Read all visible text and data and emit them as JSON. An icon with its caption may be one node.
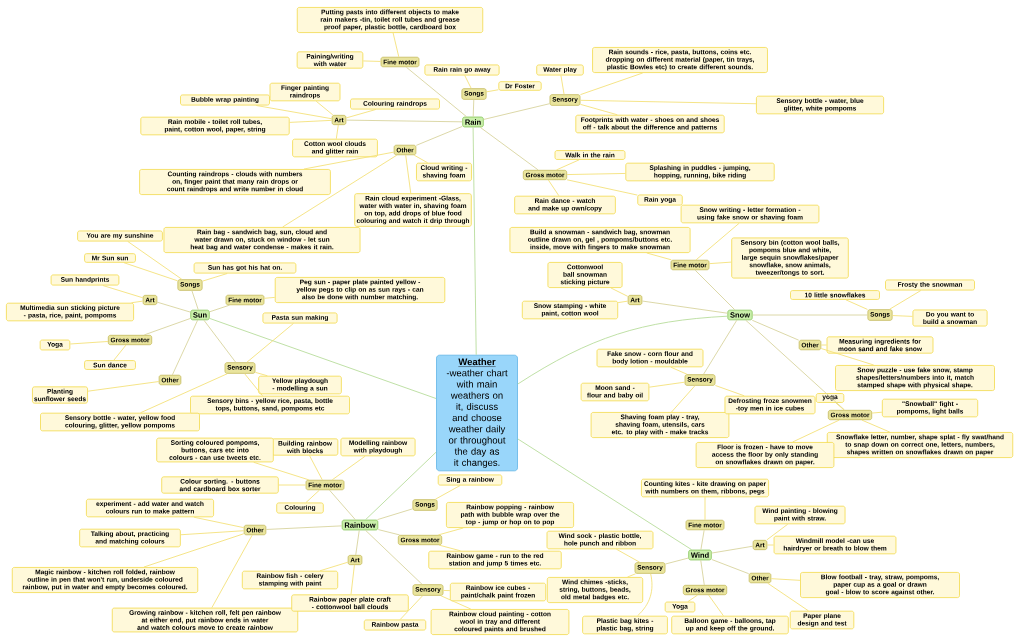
{
  "diagram": {
    "nodes": [
      {
        "text": [
          "Weather",
          "-weather chart with main weathers on it, discuss and choose weather daily or throughout the day as it changes."
        ]
      },
      {
        "text": [
          "Rain"
        ]
      },
      {
        "text": [
          "Songs"
        ]
      },
      {
        "text": [
          "Rain rain go away"
        ]
      },
      {
        "text": [
          "Dr Foster"
        ]
      },
      {
        "text": [
          "Fine motor"
        ]
      },
      {
        "text": [
          "Putting pasts into different objects to make rain makers -tin, toilet roll tubes and grease proof paper, plastic bottle, cardboard box"
        ]
      },
      {
        "text": [
          "Paining/writing with water"
        ]
      },
      {
        "text": [
          "Art"
        ]
      },
      {
        "text": [
          "Finger painting raindrops"
        ]
      },
      {
        "text": [
          "Colouring raindrops"
        ]
      },
      {
        "text": [
          "Bubble wrap painting"
        ]
      },
      {
        "text": [
          "Rain mobile - toilet roll tubes, paint, cotton wool, paper, string"
        ]
      },
      {
        "text": [
          "Cotton wool clouds and glitter rain"
        ]
      },
      {
        "text": [
          "Other"
        ]
      },
      {
        "text": [
          "Cloud writing - shaving foam"
        ]
      },
      {
        "text": [
          "Counting raindrops - clouds with numbers on, finger paint that many rain drops or count raindrops and write number in cloud"
        ]
      },
      {
        "text": [
          "Rain cloud experiment -Glass, water with water in, shaving foam on top, add drops of blue food colouring and watch it drip through"
        ]
      },
      {
        "text": [
          "Rain bag - sandwich bag, sun, cloud and water drawn on, stuck on window - let sun heat bag and water condense - makes it rain."
        ]
      },
      {
        "text": [
          "Sensory"
        ]
      },
      {
        "text": [
          "Water play"
        ]
      },
      {
        "text": [
          "Rain sounds - rice, pasta, buttons, coins etc. dropping on different material (paper, tin trays, plastic Bowles etc) to create different sounds."
        ]
      },
      {
        "text": [
          "Sensory bottle - water, blue glitter, white pompoms"
        ]
      },
      {
        "text": [
          "Footprints with water - shoes on and shoes off - talk about the difference and patterns"
        ]
      },
      {
        "text": [
          "Gross motor"
        ]
      },
      {
        "text": [
          "Walk in the rain"
        ]
      },
      {
        "text": [
          "Splashing in puddles - jumping, hopping, running, bike riding"
        ]
      },
      {
        "text": [
          "Rain yoga"
        ]
      },
      {
        "text": [
          "Rain dance - watch and make up own/copy"
        ]
      },
      {
        "text": [
          "Sun"
        ]
      },
      {
        "text": [
          "Songs"
        ]
      },
      {
        "text": [
          "Mr Sun sun"
        ]
      },
      {
        "text": [
          "You are my sunshine"
        ]
      },
      {
        "text": [
          "Sun has got his hat on."
        ]
      },
      {
        "text": [
          "Art"
        ]
      },
      {
        "text": [
          "Sun handprints"
        ]
      },
      {
        "text": [
          "Multimedia sun sticking picture - pasta, rice, paint, pompoms"
        ]
      },
      {
        "text": [
          "Fine motor"
        ]
      },
      {
        "text": [
          "Peg sun - paper plate painted yellow - yellow pegs to clip on as sun rays - can also be done with number matching."
        ]
      },
      {
        "text": [
          "Gross motor"
        ]
      },
      {
        "text": [
          "Yoga"
        ]
      },
      {
        "text": [
          "Sun dance"
        ]
      },
      {
        "text": [
          "Sensory"
        ]
      },
      {
        "text": [
          "Pasta sun making"
        ]
      },
      {
        "text": [
          "Yellow playdough - modelling a sun"
        ]
      },
      {
        "text": [
          "Sensory bins - yellow rice, pasta, bottle tops, buttons, sand, pompoms etc"
        ]
      },
      {
        "text": [
          "Sensory bottle - water, yellow food colouring, glitter, yellow pompoms"
        ]
      },
      {
        "text": [
          "Other"
        ]
      },
      {
        "text": [
          "Planting sunflower seeds"
        ]
      },
      {
        "text": [
          "Snow"
        ]
      },
      {
        "text": [
          "Fine motor"
        ]
      },
      {
        "text": [
          "Snow writing - letter formation - using fake snow or shaving foam"
        ]
      },
      {
        "text": [
          "Build a snowman - sandwich bag, snowman outline drawn on, gel , pompoms/buttons etc. inside, move with fingers to make snowman"
        ]
      },
      {
        "text": [
          "Sensory bin (cotton wool balls, pompoms blue and white, large sequin snowflakes/paper snowflake, snow animals, tweezer/tongs to sort."
        ]
      },
      {
        "text": [
          "Art"
        ]
      },
      {
        "text": [
          "Cottonwool ball snowman sticking picture"
        ]
      },
      {
        "text": [
          "Snow stamping - white paint, cotton wool"
        ]
      },
      {
        "text": [
          "Songs"
        ]
      },
      {
        "text": [
          "10 little snowflakes"
        ]
      },
      {
        "text": [
          "Frosty the snowman"
        ]
      },
      {
        "text": [
          "Do you want to build a snowman"
        ]
      },
      {
        "text": [
          "Other"
        ]
      },
      {
        "text": [
          "Measuring ingredients for moon sand and fake snow"
        ]
      },
      {
        "text": [
          "Snow puzzle - use fake snow, stamp shapes/letters/numbers into it, match stamped shape with physical shape."
        ]
      },
      {
        "text": [
          "Sensory"
        ]
      },
      {
        "text": [
          "Fake snow - corn flour and body lotion - mouldable"
        ]
      },
      {
        "text": [
          "Moon sand - flour and baby oil"
        ]
      },
      {
        "text": [
          "Shaving foam play - tray, shaving foam, utensils, cars etc. to play with - make tracks"
        ]
      },
      {
        "text": [
          "Defrosting froze snowmen -toy men in ice cubes"
        ]
      },
      {
        "text": [
          "Gross motor"
        ]
      },
      {
        "text": [
          "yoga"
        ]
      },
      {
        "text": [
          "\"Snowball\" fight - pompoms, light balls"
        ]
      },
      {
        "text": [
          "Snowflake letter, number, shape splat - fly swat/hand to snap down on correct one, letters, numbers, shapes written on snowflakes drawn on paper"
        ]
      },
      {
        "text": [
          "Floor is frozen - have to move access the floor by only standing on snowflakes drawn on paper."
        ]
      },
      {
        "text": [
          "Rainbow"
        ]
      },
      {
        "text": [
          "Fine motor"
        ]
      },
      {
        "text": [
          "Building rainbow with blocks"
        ]
      },
      {
        "text": [
          "Sorting coloured pompoms, buttons, cars etc into colours - can use tweets etc."
        ]
      },
      {
        "text": [
          "Modelling rainbow with playdough"
        ]
      },
      {
        "text": [
          "Colour sorting. - buttons and cardboard box sorter"
        ]
      },
      {
        "text": [
          "Colouring"
        ]
      },
      {
        "text": [
          "Songs"
        ]
      },
      {
        "text": [
          "Sing a rainbow"
        ]
      },
      {
        "text": [
          "Other"
        ]
      },
      {
        "text": [
          "experiment - add water and watch colours run to make pattern"
        ]
      },
      {
        "text": [
          "Talking about, practicing and matching colours"
        ]
      },
      {
        "text": [
          "Magic rainbow - kitchen roll folded, rainbow outline in pen that won't run, underside coloured rainbow, put in water and empty becomes coloured."
        ]
      },
      {
        "text": [
          "Growing rainbow - kitchen roll, felt pen rainbow at either end, put rainbow ends in water and watch colours move to create rainbow"
        ]
      },
      {
        "text": [
          "Art"
        ]
      },
      {
        "text": [
          "Rainbow fish - celery stamping with paint"
        ]
      },
      {
        "text": [
          "Rainbow paper plate craft - cottonwool ball clouds"
        ]
      },
      {
        "text": [
          "Gross motor"
        ]
      },
      {
        "text": [
          "Rainbow popping - rainbow path with bubble wrap over the top - jump or hop on to pop"
        ]
      },
      {
        "text": [
          "Rainbow game - run to the red station and jump 5 times etc."
        ]
      },
      {
        "text": [
          "Sensory"
        ]
      },
      {
        "text": [
          "Rainbow pasta"
        ]
      },
      {
        "text": [
          "Rainbow ice cubes - paint/chalk paint frozen"
        ]
      },
      {
        "text": [
          "Rainbow cloud painting - cotton wool in tray and different coloured paints and brushed"
        ]
      },
      {
        "text": [
          "Wind"
        ]
      },
      {
        "text": [
          "Fine motor"
        ]
      },
      {
        "text": [
          "Counting kites - kite drawing on paper with numbers on them, ribbons, pegs"
        ]
      },
      {
        "text": [
          "Art"
        ]
      },
      {
        "text": [
          "Wind painting - blowing paint with straw."
        ]
      },
      {
        "text": [
          "Windmill model -can use hairdryer or breath to blow them"
        ]
      },
      {
        "text": [
          "Other"
        ]
      },
      {
        "text": [
          "Blow football - tray, straw, pompoms, paper cup as a goal or drawn goal - blow to score against other."
        ]
      },
      {
        "text": [
          "Paper plane design and test"
        ]
      },
      {
        "text": [
          "Gross motor"
        ]
      },
      {
        "text": [
          "Yoga"
        ]
      },
      {
        "text": [
          "Balloon game - balloons, tap up and keep off the ground."
        ]
      },
      {
        "text": [
          "Sensory"
        ]
      },
      {
        "text": [
          "Wind sock - plastic bottle, hole punch and ribbon"
        ]
      },
      {
        "text": [
          "Wind chimes -sticks, string, buttons, beads, old metal badges etc."
        ]
      },
      {
        "text": [
          "Plastic bag kites - plastic bag, string"
        ]
      }
    ],
    "edges": [
      {
        "from": 0,
        "to": 1,
        "arrow": "none",
        "color": "#b8dd9c"
      },
      {
        "from": 0,
        "to": 29,
        "arrow": "none",
        "color": "#b8dd9c"
      },
      {
        "from": 0,
        "to": 49,
        "arrow": "none",
        "color": "#b8dd9c"
      },
      {
        "from": 0,
        "to": 74,
        "arrow": "none",
        "color": "#b8dd9c"
      },
      {
        "from": 0,
        "to": 98,
        "arrow": "none",
        "color": "#b8dd9c"
      },
      {
        "from": 1,
        "to": 2,
        "arrow": "none",
        "color": "#d8d49e"
      },
      {
        "from": 1,
        "to": 5,
        "arrow": "none",
        "color": "#d8d49e"
      },
      {
        "from": 1,
        "to": 8,
        "arrow": "none",
        "color": "#d8d49e"
      },
      {
        "from": 1,
        "to": 14,
        "arrow": "none",
        "color": "#d8d49e"
      },
      {
        "from": 1,
        "to": 19,
        "arrow": "none",
        "color": "#d8d49e"
      },
      {
        "from": 1,
        "to": 24,
        "arrow": "none",
        "color": "#d8d49e"
      },
      {
        "from": 2,
        "to": 3,
        "arrow": "none"
      },
      {
        "from": 2,
        "to": 4,
        "arrow": "none"
      },
      {
        "from": 5,
        "to": 6,
        "arrow": "none"
      },
      {
        "from": 5,
        "to": 7,
        "arrow": "none"
      },
      {
        "from": 8,
        "to": 9,
        "arrow": "none"
      },
      {
        "from": 8,
        "to": 10,
        "arrow": "none"
      },
      {
        "from": 8,
        "to": 11,
        "arrow": "none"
      },
      {
        "from": 8,
        "to": 12,
        "arrow": "none"
      },
      {
        "from": 8,
        "to": 13,
        "arrow": "none"
      },
      {
        "from": 14,
        "to": 15,
        "arrow": "none"
      },
      {
        "from": 14,
        "to": 16,
        "arrow": "none"
      },
      {
        "from": 14,
        "to": 17,
        "arrow": "none"
      },
      {
        "from": 14,
        "to": 18,
        "arrow": "none"
      },
      {
        "from": 19,
        "to": 20,
        "arrow": "none"
      },
      {
        "from": 19,
        "to": 21,
        "arrow": "none"
      },
      {
        "from": 19,
        "to": 22,
        "arrow": "none"
      },
      {
        "from": 19,
        "to": 23,
        "arrow": "none"
      },
      {
        "from": 24,
        "to": 25,
        "arrow": "none"
      },
      {
        "from": 24,
        "to": 26,
        "arrow": "none"
      },
      {
        "from": 24,
        "to": 27,
        "arrow": "none"
      },
      {
        "from": 24,
        "to": 28,
        "arrow": "none"
      },
      {
        "from": 29,
        "to": 30,
        "arrow": "none",
        "color": "#d8d49e"
      },
      {
        "from": 29,
        "to": 34,
        "arrow": "none",
        "color": "#d8d49e"
      },
      {
        "from": 29,
        "to": 37,
        "arrow": "none",
        "color": "#d8d49e"
      },
      {
        "from": 29,
        "to": 39,
        "arrow": "none",
        "color": "#d8d49e"
      },
      {
        "from": 29,
        "to": 42,
        "arrow": "none",
        "color": "#d8d49e"
      },
      {
        "from": 29,
        "to": 47,
        "arrow": "none",
        "color": "#d8d49e"
      },
      {
        "from": 30,
        "to": 31,
        "arrow": "none"
      },
      {
        "from": 30,
        "to": 32,
        "arrow": "none"
      },
      {
        "from": 30,
        "to": 33,
        "arrow": "none"
      },
      {
        "from": 34,
        "to": 35,
        "arrow": "none"
      },
      {
        "from": 34,
        "to": 36,
        "arrow": "none"
      },
      {
        "from": 37,
        "to": 38,
        "arrow": "none"
      },
      {
        "from": 39,
        "to": 40,
        "arrow": "none"
      },
      {
        "from": 39,
        "to": 41,
        "arrow": "none"
      },
      {
        "from": 42,
        "to": 43,
        "arrow": "none"
      },
      {
        "from": 42,
        "to": 44,
        "arrow": "none"
      },
      {
        "from": 42,
        "to": 45,
        "arrow": "none"
      },
      {
        "from": 42,
        "to": 46,
        "arrow": "none"
      },
      {
        "from": 47,
        "to": 48,
        "arrow": "none"
      },
      {
        "from": 49,
        "to": 50,
        "arrow": "none",
        "color": "#d8d49e"
      },
      {
        "from": 49,
        "to": 54,
        "arrow": "none",
        "color": "#d8d49e"
      },
      {
        "from": 49,
        "to": 57,
        "arrow": "none",
        "color": "#d8d49e"
      },
      {
        "from": 49,
        "to": 61,
        "arrow": "none",
        "color": "#d8d49e"
      },
      {
        "from": 49,
        "to": 64,
        "arrow": "none",
        "color": "#d8d49e"
      },
      {
        "from": 49,
        "to": 69,
        "arrow": "none",
        "color": "#d8d49e"
      },
      {
        "from": 50,
        "to": 51,
        "arrow": "none"
      },
      {
        "from": 50,
        "to": 52,
        "arrow": "none"
      },
      {
        "from": 50,
        "to": 53,
        "arrow": "none"
      },
      {
        "from": 54,
        "to": 55,
        "arrow": "none"
      },
      {
        "from": 54,
        "to": 56,
        "arrow": "none"
      },
      {
        "from": 57,
        "to": 58,
        "arrow": "none"
      },
      {
        "from": 57,
        "to": 59,
        "arrow": "none"
      },
      {
        "from": 57,
        "to": 60,
        "arrow": "none"
      },
      {
        "from": 61,
        "to": 62,
        "arrow": "none"
      },
      {
        "from": 61,
        "to": 63,
        "arrow": "none"
      },
      {
        "from": 64,
        "to": 65,
        "arrow": "none"
      },
      {
        "from": 64,
        "to": 66,
        "arrow": "none"
      },
      {
        "from": 64,
        "to": 67,
        "arrow": "none"
      },
      {
        "from": 64,
        "to": 68,
        "arrow": "none"
      },
      {
        "from": 69,
        "to": 70,
        "arrow": "none"
      },
      {
        "from": 69,
        "to": 71,
        "arrow": "none"
      },
      {
        "from": 69,
        "to": 72,
        "arrow": "none"
      },
      {
        "from": 69,
        "to": 73,
        "arrow": "none"
      },
      {
        "from": 74,
        "to": 75,
        "arrow": "none",
        "color": "#d8d49e"
      },
      {
        "from": 74,
        "to": 81,
        "arrow": "none",
        "color": "#d8d49e"
      },
      {
        "from": 74,
        "to": 83,
        "arrow": "none",
        "color": "#d8d49e"
      },
      {
        "from": 74,
        "to": 88,
        "arrow": "none",
        "color": "#d8d49e"
      },
      {
        "from": 74,
        "to": 91,
        "arrow": "none",
        "color": "#d8d49e"
      },
      {
        "from": 74,
        "to": 94,
        "arrow": "none",
        "color": "#d8d49e"
      },
      {
        "from": 75,
        "to": 76,
        "arrow": "none"
      },
      {
        "from": 75,
        "to": 77,
        "arrow": "none"
      },
      {
        "from": 75,
        "to": 78,
        "arrow": "none"
      },
      {
        "from": 75,
        "to": 79,
        "arrow": "none"
      },
      {
        "from": 75,
        "to": 80,
        "arrow": "none"
      },
      {
        "from": 81,
        "to": 82,
        "arrow": "none"
      },
      {
        "from": 83,
        "to": 84,
        "arrow": "none"
      },
      {
        "from": 83,
        "to": 85,
        "arrow": "none"
      },
      {
        "from": 83,
        "to": 86,
        "arrow": "none"
      },
      {
        "from": 83,
        "to": 87,
        "arrow": "none"
      },
      {
        "from": 88,
        "to": 89,
        "arrow": "none"
      },
      {
        "from": 88,
        "to": 90,
        "arrow": "none"
      },
      {
        "from": 91,
        "to": 92,
        "arrow": "none"
      },
      {
        "from": 91,
        "to": 93,
        "arrow": "none"
      },
      {
        "from": 94,
        "to": 95,
        "arrow": "none"
      },
      {
        "from": 94,
        "to": 96,
        "arrow": "none"
      },
      {
        "from": 94,
        "to": 97,
        "arrow": "none"
      },
      {
        "from": 98,
        "to": 99,
        "arrow": "none",
        "color": "#d8d49e"
      },
      {
        "from": 98,
        "to": 101,
        "arrow": "none",
        "color": "#d8d49e"
      },
      {
        "from": 98,
        "to": 104,
        "arrow": "none",
        "color": "#d8d49e"
      },
      {
        "from": 98,
        "to": 107,
        "arrow": "none",
        "color": "#d8d49e"
      },
      {
        "from": 98,
        "to": 110,
        "arrow": "none",
        "color": "#d8d49e"
      },
      {
        "from": 99,
        "to": 100,
        "arrow": "none"
      },
      {
        "from": 101,
        "to": 102,
        "arrow": "none"
      },
      {
        "from": 101,
        "to": 103,
        "arrow": "none"
      },
      {
        "from": 104,
        "to": 105,
        "arrow": "none"
      },
      {
        "from": 104,
        "to": 106,
        "arrow": "none"
      },
      {
        "from": 107,
        "to": 108,
        "arrow": "none"
      },
      {
        "from": 107,
        "to": 109,
        "arrow": "none"
      },
      {
        "from": 110,
        "to": 111,
        "arrow": "none"
      },
      {
        "from": 110,
        "to": 112,
        "arrow": "none"
      },
      {
        "from": 110,
        "to": 113,
        "arrow": "none"
      }
    ]
  }
}
